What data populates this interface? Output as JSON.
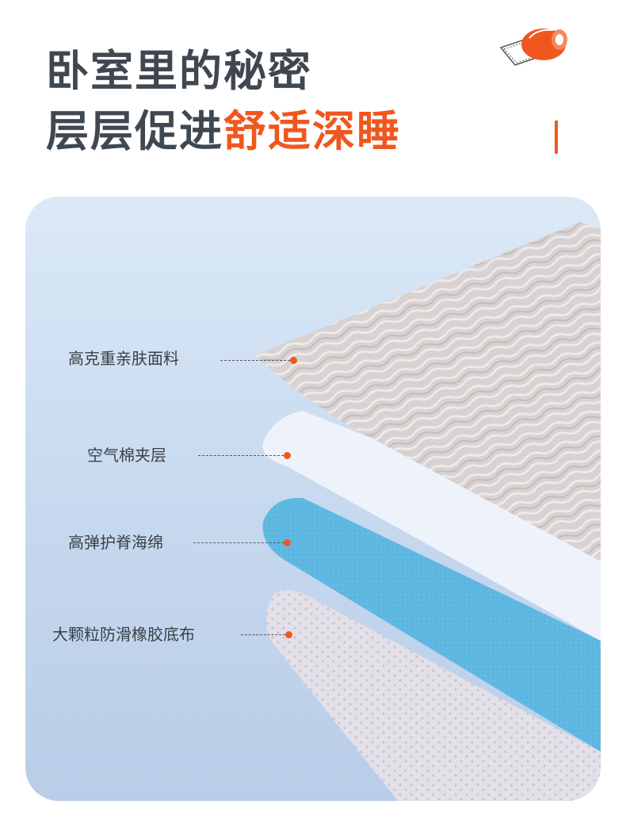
{
  "headline": {
    "line1": "卧室里的秘密",
    "line2_plain": "层层促进",
    "line2_accent": "舒适深睡"
  },
  "colors": {
    "accent": "#f0571f",
    "headline": "#3f4851",
    "panel_top": "#dbe9f7",
    "panel_bottom": "#b9cde8",
    "fabric_layer": "#d8d3d2",
    "air_layer": "#eef3fb",
    "sponge_layer": "#5fb8e2",
    "rubber_layer": "#e3e0e8"
  },
  "brand_icon": "rolled-mat-icon",
  "layers": [
    {
      "label": "高克重亲肤面料"
    },
    {
      "label": "空气棉夹层"
    },
    {
      "label": "高弹护脊海绵"
    },
    {
      "label": "大颗粒防滑橡胶底布"
    }
  ]
}
